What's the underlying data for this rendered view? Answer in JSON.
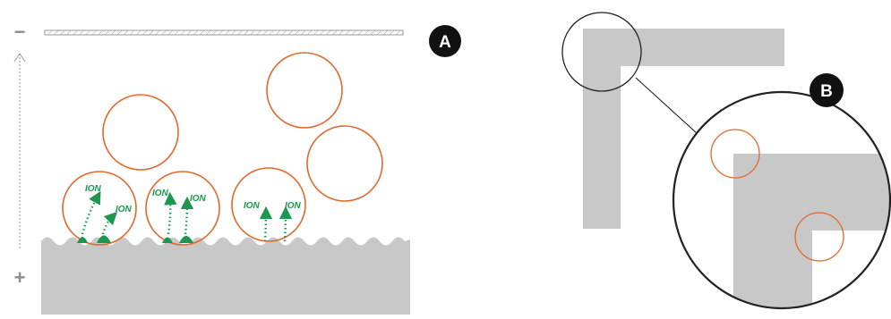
{
  "panel_a": {
    "badge": "A",
    "minus_sign": "−",
    "plus_sign": "+",
    "ion_label": "ION",
    "colors": {
      "particle": "#e2692a",
      "ion": "#1e9650",
      "metal": "#c8c8c8",
      "badge": "#111111",
      "axis": "#9a9a9a"
    }
  },
  "panel_b": {
    "badge": "B",
    "colors": {
      "part": "#c8c8c8",
      "particle": "#e2692a",
      "outline": "#222222"
    }
  }
}
